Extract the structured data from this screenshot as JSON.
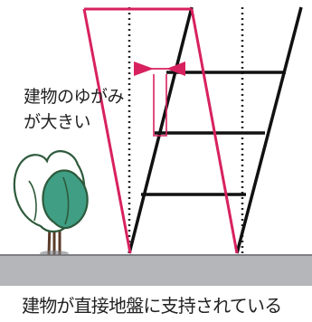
{
  "annotation": {
    "line1": "建物のゆがみ",
    "line2": "が大きい"
  },
  "caption": "建物が直接地盤に支持されている",
  "icons": {
    "tree": "tree-illustration",
    "arrows": "inward-arrows-icon"
  },
  "colors": {
    "accent": "#d8215f",
    "structure": "#111111",
    "ground_fill": "#b4b6ba",
    "ground_edge": "#7d7f83",
    "tree_green": "#3f9e84",
    "tree_outline": "#2e5a3c"
  }
}
